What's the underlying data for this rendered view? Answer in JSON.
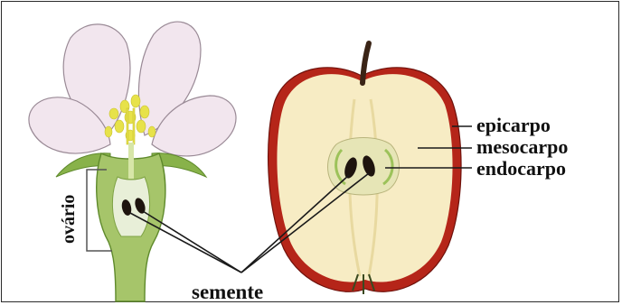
{
  "labels": {
    "ovario": "ovário",
    "semente": "semente",
    "epicarpo": "epicarpo",
    "mesocarpo": "mesocarpo",
    "endocarpo": "endocarpo"
  },
  "colors": {
    "petal": "#f2e6ee",
    "petal_edge": "#9a8a96",
    "stamen": "#e7e24a",
    "stem_green": "#a6c56a",
    "stem_dark": "#5f8a2c",
    "apple_skin": "#b52519",
    "apple_flesh": "#f7ecc4",
    "seed": "#1e140e",
    "line": "#1a1a1a"
  }
}
